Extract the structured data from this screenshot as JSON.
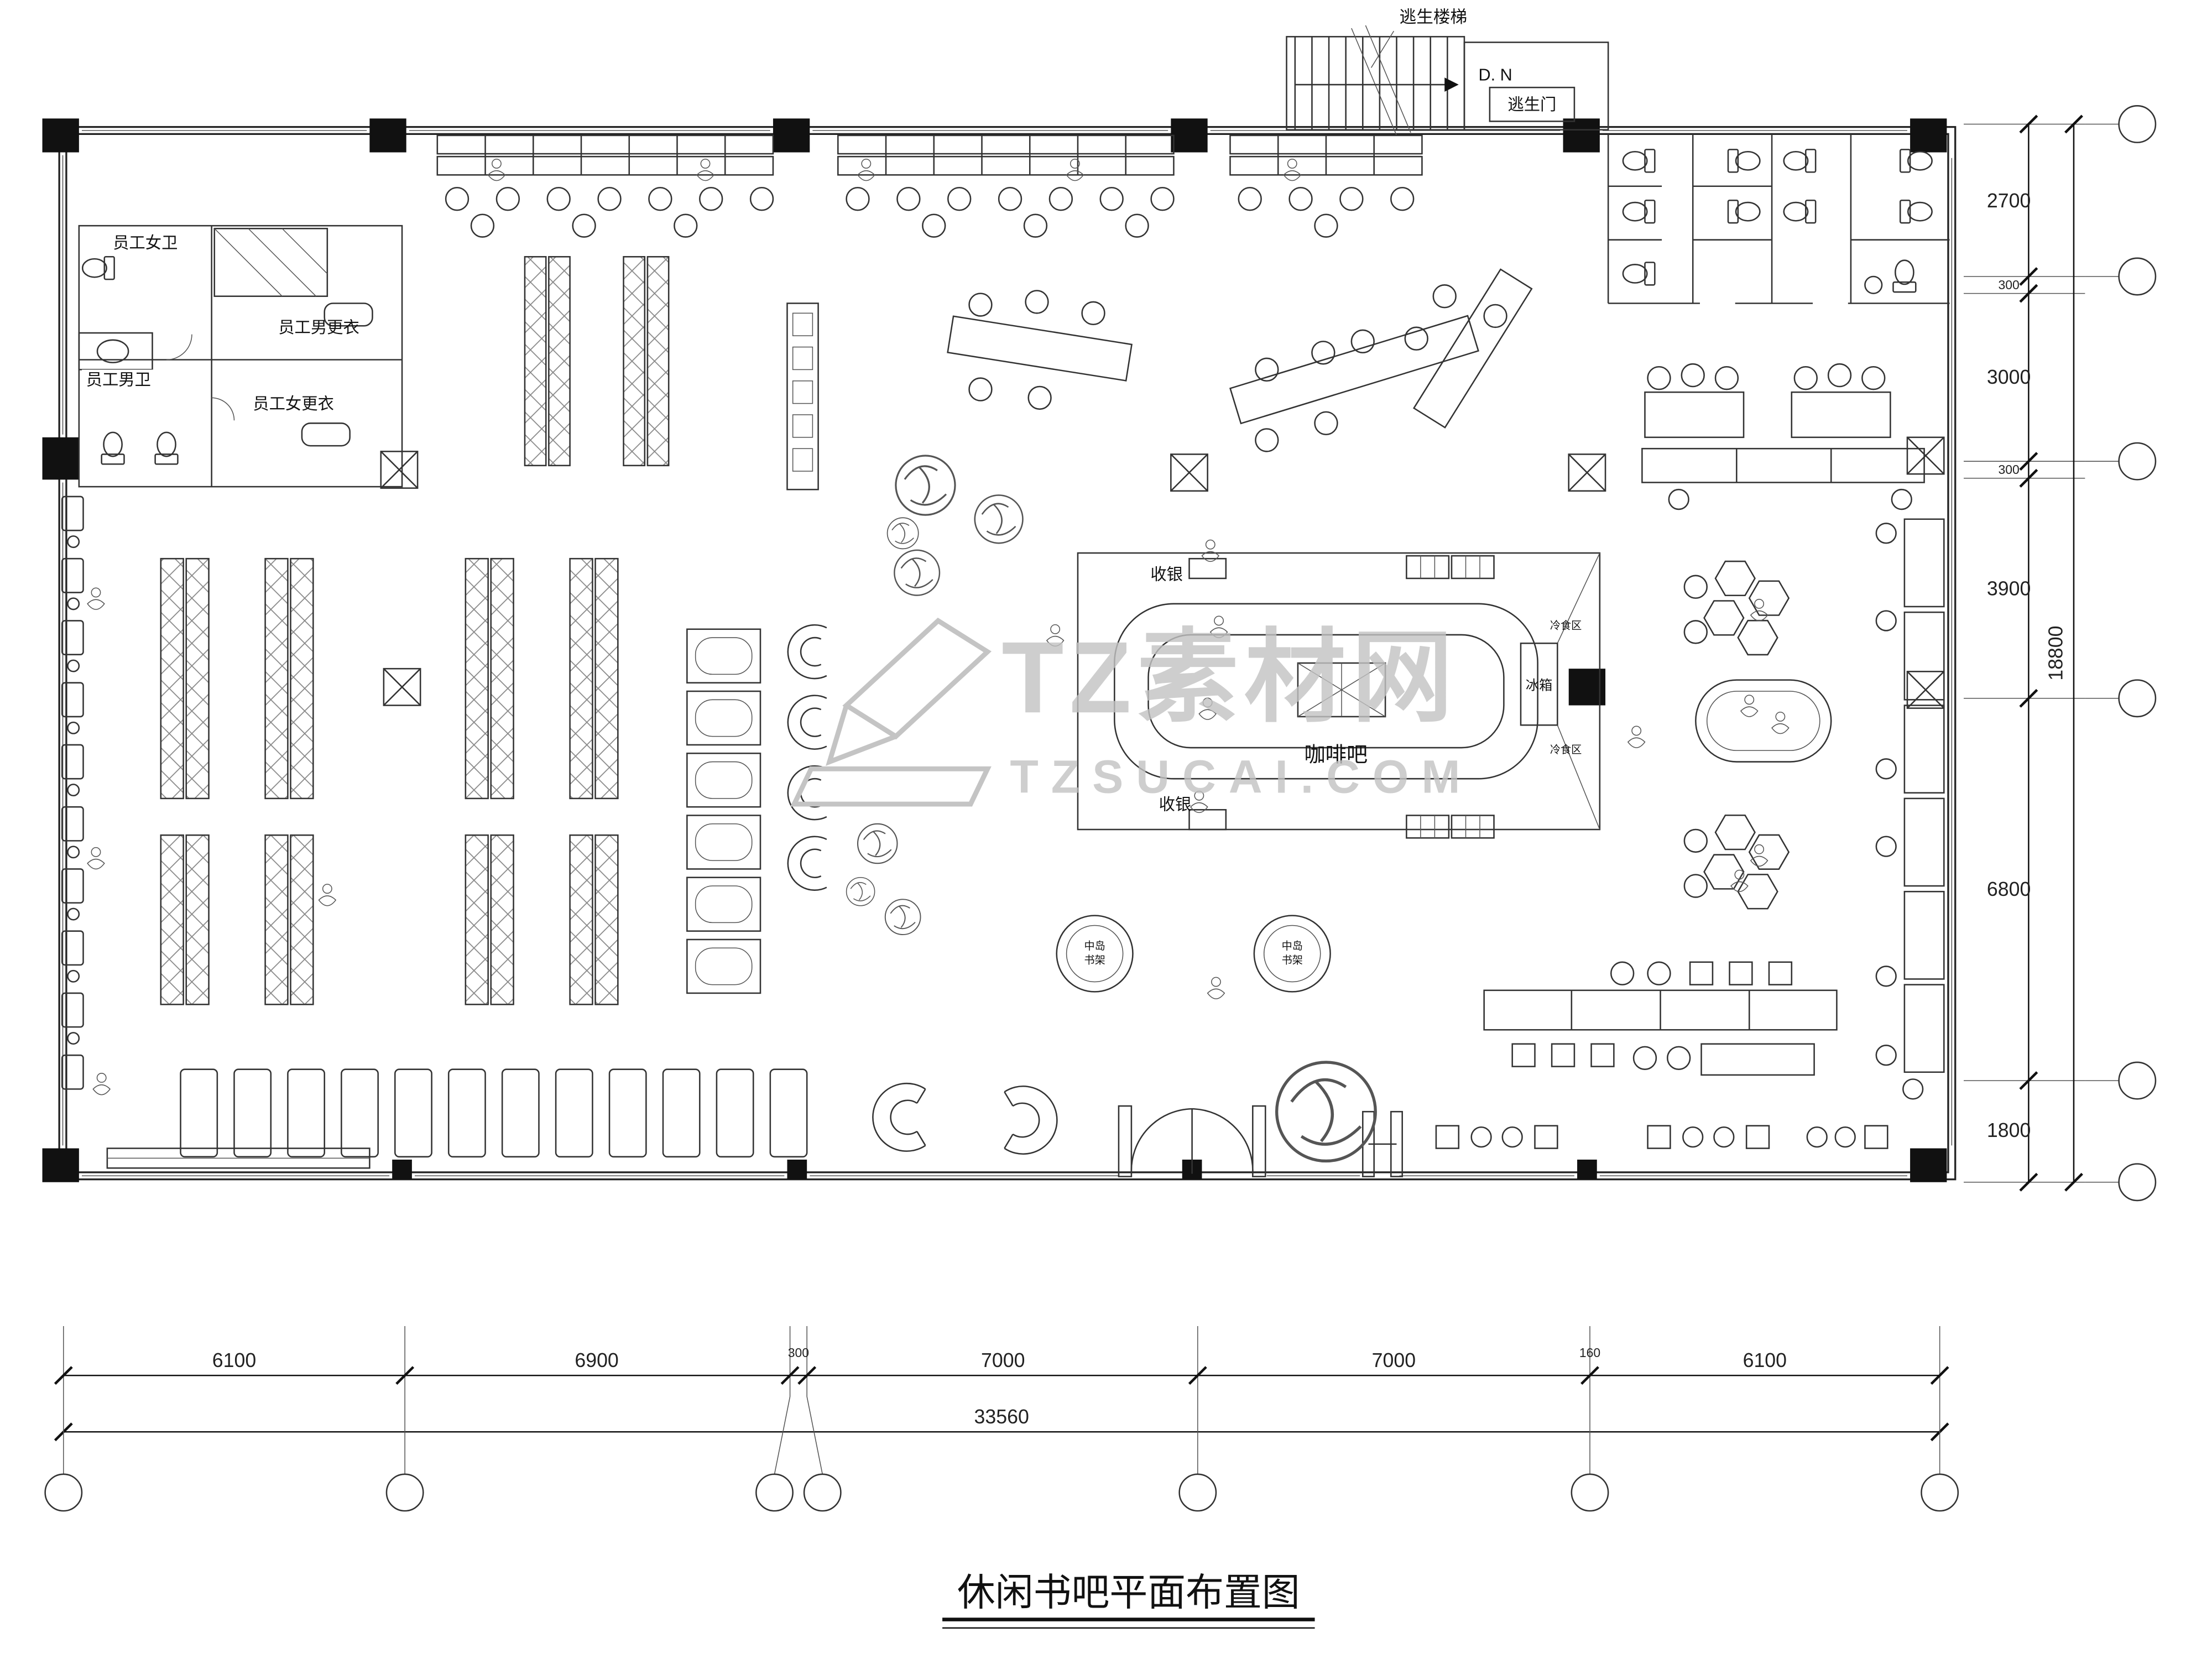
{
  "page": {
    "title": "休闲书吧平面布置图"
  },
  "watermark": {
    "brand": "TZ素材网",
    "domain": "TZSUCAI.COM"
  },
  "stairs": {
    "label": "逃生楼梯",
    "direction": "D. N",
    "escape_door": "逃生门"
  },
  "rooms": {
    "staff_women_wc": "员工女卫",
    "staff_men_change": "员工男更衣",
    "staff_men_wc": "员工男卫",
    "staff_women_change": "员工女更衣"
  },
  "coffee_bar": {
    "name": "咖啡吧",
    "cashier_top": "收银",
    "cashier_bottom": "收银",
    "fridge": "冰箱",
    "cold_food_top": "冷食区",
    "cold_food_bottom": "冷食区"
  },
  "island_shelf": {
    "line1": "中岛",
    "line2": "书架"
  },
  "dimensions": {
    "right": [
      "2700",
      "300",
      "3000",
      "300",
      "3900",
      "6800",
      "1800"
    ],
    "right_total": "18800",
    "bottom": [
      "6100",
      "6900",
      "300",
      "7000",
      "7000",
      "160",
      "6100"
    ],
    "bottom_total": "33560"
  }
}
